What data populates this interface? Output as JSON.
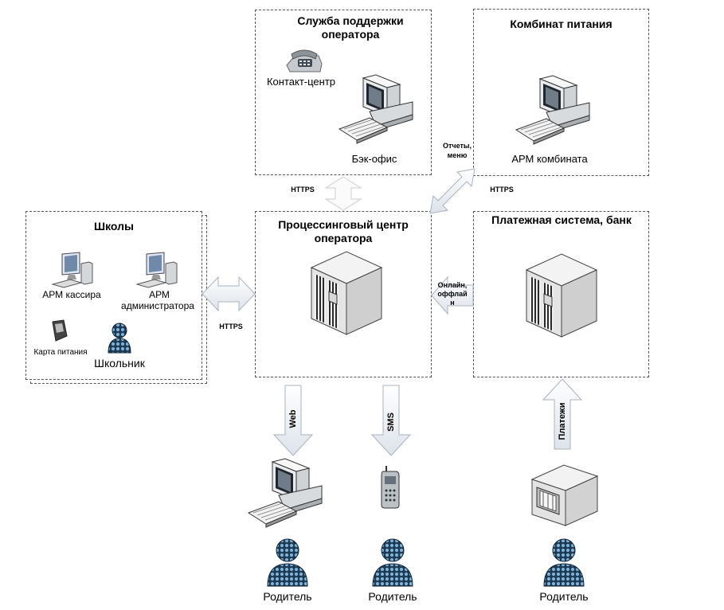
{
  "support": {
    "title": "Служба поддержки оператора",
    "contact_center": "Контакт-центр",
    "back_office": "Бэк-офис"
  },
  "food_plant": {
    "title": "Комбинат питания",
    "workstation": "АРМ комбината"
  },
  "schools": {
    "title": "Школы",
    "cashier": "АРМ кассира",
    "admin_line1": "АРМ",
    "admin_line2": "администратора",
    "meal_card": "Карта питания",
    "student": "Школьник"
  },
  "processing": {
    "title": "Процессинговый центр оператора"
  },
  "payment": {
    "title": "Платежная система, банк"
  },
  "links": {
    "https_support": "HTTPS",
    "reports_line1": "Отчеты,",
    "reports_line2": "меню",
    "https_plant": "HTTPS",
    "https_schools": "HTTPS",
    "online_line1": "Онлайн,",
    "online_line2": "оффлай",
    "online_line3": "н",
    "web": "Web",
    "sms": "SMS",
    "payments": "Платежи"
  },
  "parents": [
    "Родитель",
    "Родитель",
    "Родитель"
  ]
}
